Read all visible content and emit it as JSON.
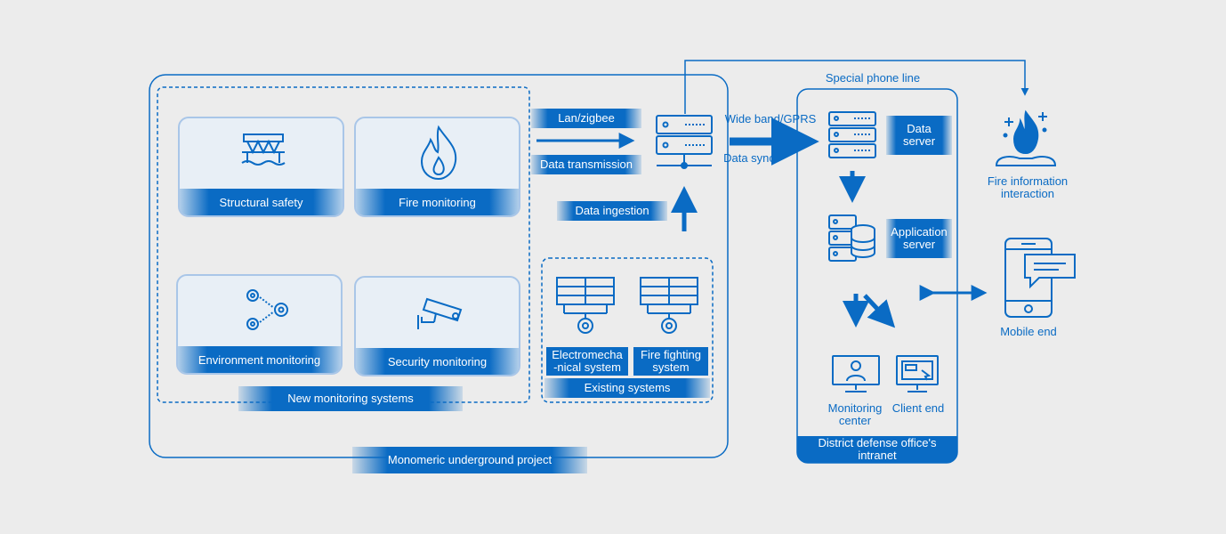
{
  "project": {
    "label": "Monomeric underground project",
    "new_systems": {
      "label": "New monitoring systems",
      "items": [
        "Structural safety",
        "Fire monitoring",
        "Environment monitoring",
        "Security monitoring"
      ]
    },
    "existing_systems": {
      "label": "Existing systems",
      "items": [
        "Electromecha\n-nical system",
        "Fire fighting\nsystem"
      ]
    }
  },
  "links": {
    "lan": "Lan/zigbee",
    "transmission": "Data transmission",
    "ingestion": "Data ingestion",
    "wideband": "Wide band/GPRS",
    "sync": "Data sync",
    "phone": "Special phone line"
  },
  "intranet": {
    "label": "District defense office's intranet",
    "data_server": "Data server",
    "app_server": "Application server",
    "monitoring_center": "Monitoring center",
    "client_end": "Client end"
  },
  "fire_interaction": "Fire information interaction",
  "mobile_end": "Mobile end",
  "colors": {
    "accent": "#0a6bc4",
    "card_border": "#a9c6e8",
    "background": "#ececec"
  }
}
